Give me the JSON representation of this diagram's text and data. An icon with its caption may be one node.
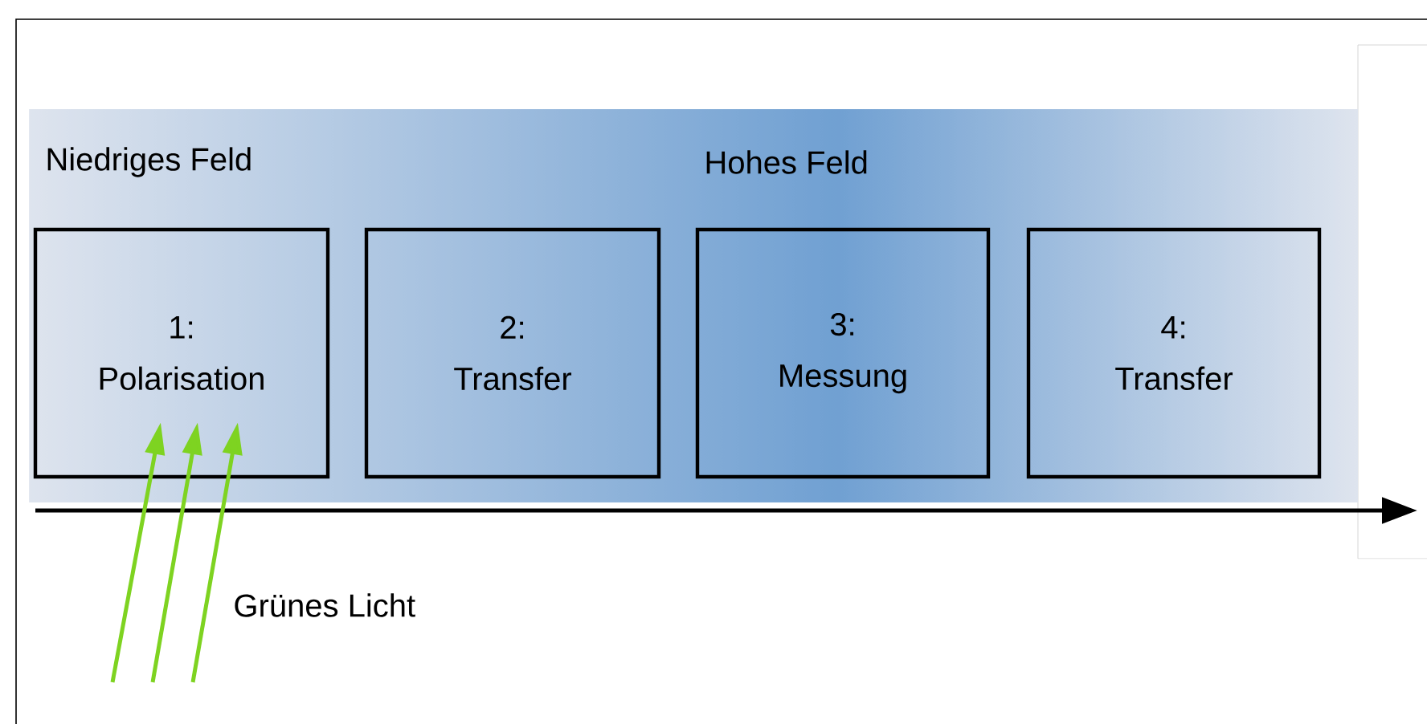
{
  "diagram": {
    "nodes": [
      {
        "text": [
          "Niedriges Feld",
          "Hohes Feld"
        ]
      },
      {
        "text": [
          "1:",
          "Polarisation"
        ],
        "in": 0
      },
      {
        "text": [
          "2:",
          "Transfer"
        ],
        "in": 0
      },
      {
        "text": [
          "3:",
          "Messung"
        ],
        "in": 0
      },
      {
        "text": [
          "4:",
          "Transfer"
        ],
        "in": 0
      }
    ],
    "edges": [
      {
        "from": null,
        "to": 1,
        "arrow": "to",
        "color": "#7ed321"
      },
      {
        "from": null,
        "to": 1,
        "arrow": "to",
        "color": "#7ed321"
      },
      {
        "from": null,
        "to": 1,
        "arrow": "to",
        "color": "#7ed321"
      }
    ],
    "labels": [
      "Grünes Licht"
    ]
  }
}
